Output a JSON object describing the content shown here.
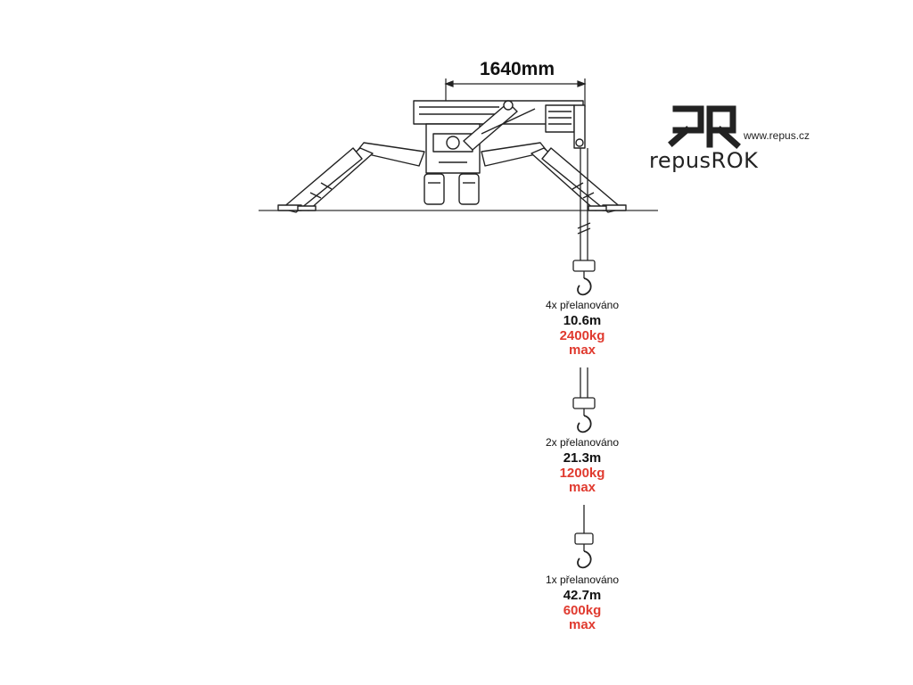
{
  "dimension": {
    "label": "1640mm"
  },
  "brand": {
    "website": "www.repus.cz",
    "name": "repusROK"
  },
  "configurations": [
    {
      "reeving": "4x přelanováno",
      "height": "10.6m",
      "load": "2400kg",
      "max": "max"
    },
    {
      "reeving": "2x přelanováno",
      "height": "21.3m",
      "load": "1200kg",
      "max": "max"
    },
    {
      "reeving": "1x přelanováno",
      "height": "42.7m",
      "load": "600kg",
      "max": "max"
    }
  ],
  "colors": {
    "line": "#222222",
    "accent": "#e03a2f",
    "background": "#ffffff"
  },
  "icons": {
    "logo": "rr-monogram-logo",
    "machine": "spider-crane-drawing",
    "hook": "crane-hook-icon"
  }
}
